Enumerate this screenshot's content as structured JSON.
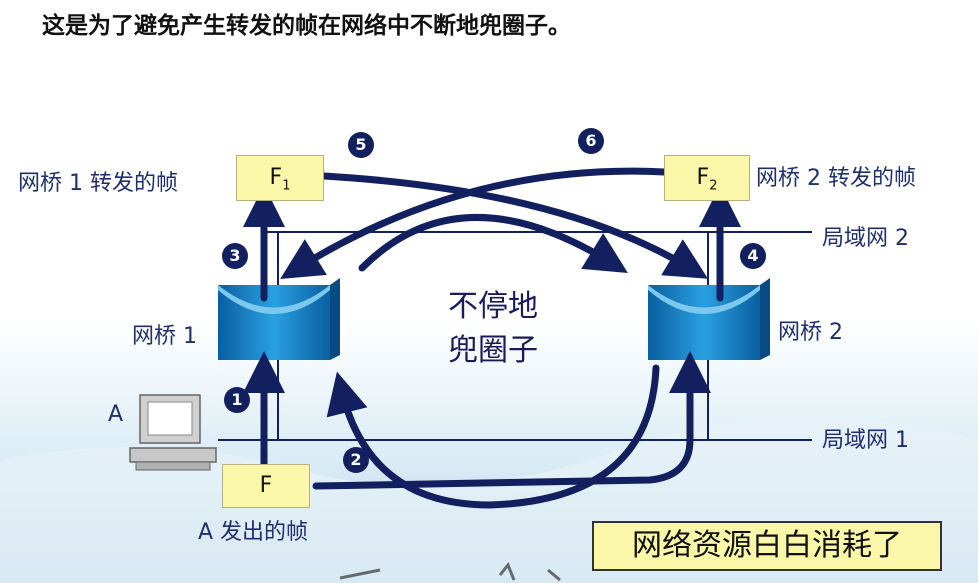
{
  "header": {
    "text": "这是为了避免产生转发的帧在网络中不断地兜圈子。"
  },
  "labels": {
    "bridge1_forward": "网桥 1 转发的帧",
    "bridge2_forward": "网桥 2 转发的帧",
    "lan2": "局域网 2",
    "lan1": "局域网 1",
    "bridge1": "网桥 1",
    "bridge2": "网桥 2",
    "host_a": "A",
    "a_sends": "A 发出的帧",
    "loop_line1": "不停地",
    "loop_line2": "兜圈子"
  },
  "frames": {
    "f1_main": "F",
    "f1_sub": "1",
    "f2_main": "F",
    "f2_sub": "2",
    "f": "F"
  },
  "steps": [
    "1",
    "2",
    "3",
    "4",
    "5",
    "6"
  ],
  "callout": "网络资源白白消耗了",
  "colors": {
    "arrow": "#13205f",
    "frame_box": "#fbf7a8",
    "bridge": "#1a7fc1"
  }
}
